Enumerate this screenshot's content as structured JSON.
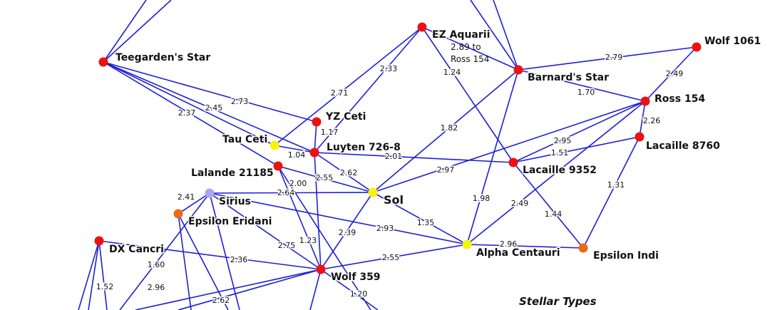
{
  "diagram": {
    "stars": [
      {
        "id": "teegarden",
        "name": "Teegarden's Star",
        "color": "#ee1111",
        "size": "normal"
      },
      {
        "id": "ezaquarii",
        "name": "EZ Aquarii",
        "color": "#ee1111",
        "size": "normal"
      },
      {
        "id": "wolf1061",
        "name": "Wolf 1061",
        "color": "#ee1111",
        "size": "normal"
      },
      {
        "id": "barnard",
        "name": "Barnard's Star",
        "color": "#ee1111",
        "size": "normal"
      },
      {
        "id": "ross154",
        "name": "Ross 154",
        "color": "#ee1111",
        "size": "normal"
      },
      {
        "id": "yzceti",
        "name": "YZ Ceti",
        "color": "#ee1111",
        "size": "normal"
      },
      {
        "id": "lacaille8760",
        "name": "Lacaille 8760",
        "color": "#ee1111",
        "size": "normal"
      },
      {
        "id": "tauceti",
        "name": "Tau Ceti",
        "color": "#f5f500",
        "size": "normal"
      },
      {
        "id": "luyten",
        "name": "Luyten 726-8",
        "color": "#ee1111",
        "size": "normal"
      },
      {
        "id": "lacaille9352",
        "name": "Lacaille 9352",
        "color": "#ee1111",
        "size": "normal"
      },
      {
        "id": "lalande",
        "name": "Lalande 21185",
        "color": "#ee1111",
        "size": "normal"
      },
      {
        "id": "sirius",
        "name": "Sirius",
        "color": "#a3a8f0",
        "size": "normal"
      },
      {
        "id": "sol",
        "name": "Sol",
        "color": "#f5f500",
        "size": "big"
      },
      {
        "id": "epseridani",
        "name": "Epsilon Eridani",
        "color": "#ec6a1a",
        "size": "normal"
      },
      {
        "id": "dxcancri",
        "name": "DX Cancri",
        "color": "#ee1111",
        "size": "normal"
      },
      {
        "id": "alphacen",
        "name": "Alpha Centauri",
        "color": "#f5f500",
        "size": "normal"
      },
      {
        "id": "epsindi",
        "name": "Epsilon Indi",
        "color": "#ec6a1a",
        "size": "normal"
      },
      {
        "id": "wolf359",
        "name": "Wolf 359",
        "color": "#ee1111",
        "size": "normal"
      }
    ],
    "links": [
      {
        "from": "teegarden",
        "to": "luyten",
        "label": "2.73"
      },
      {
        "from": "teegarden",
        "to": "tauceti",
        "label": "2.45"
      },
      {
        "from": "teegarden",
        "to": "yzceti",
        "label": ""
      },
      {
        "from": "teegarden",
        "to": "lalande",
        "label": "2.37"
      },
      {
        "from": "ezaquarii",
        "to": "tauceti",
        "label": "2.71"
      },
      {
        "from": "ezaquarii",
        "to": "luyten",
        "label": "2.33"
      },
      {
        "from": "ezaquarii",
        "to": "barnard",
        "label": ""
      },
      {
        "from": "ezaquarii",
        "to": "lacaille9352",
        "label": "1.24"
      },
      {
        "from": "barnard",
        "to": "wolf1061",
        "label": "2.79"
      },
      {
        "from": "barnard",
        "to": "ross154",
        "label": "1.70"
      },
      {
        "from": "barnard",
        "to": "sol",
        "label": "1.82"
      },
      {
        "from": "barnard",
        "to": "alphacen",
        "label": "1.98"
      },
      {
        "from": "wolf1061",
        "to": "ross154",
        "label": "2.49"
      },
      {
        "from": "ross154",
        "to": "lacaille8760",
        "label": "2.26"
      },
      {
        "from": "ross154",
        "to": "lacaille9352",
        "label": "2.95"
      },
      {
        "from": "ross154",
        "to": "sol",
        "label": "2.97"
      },
      {
        "from": "ross154",
        "to": "alphacen",
        "label": "2.49"
      },
      {
        "from": "lacaille8760",
        "to": "lacaille9352",
        "label": "1.51"
      },
      {
        "from": "lacaille8760",
        "to": "epsindi",
        "label": "1.31"
      },
      {
        "from": "lacaille9352",
        "to": "epsindi",
        "label": "1.44"
      },
      {
        "from": "luyten",
        "to": "lacaille9352",
        "label": "2.01"
      },
      {
        "from": "luyten",
        "to": "yzceti",
        "label": "1.17"
      },
      {
        "from": "luyten",
        "to": "tauceti",
        "label": "1.04"
      },
      {
        "from": "luyten",
        "to": "sol",
        "label": "2.62"
      },
      {
        "from": "luyten",
        "to": "wolf359",
        "label": "1.23"
      },
      {
        "from": "lalande",
        "to": "sol",
        "label": "2.55"
      },
      {
        "from": "lalande",
        "to": "wolf359",
        "label": "2.00"
      },
      {
        "from": "sirius",
        "to": "sol",
        "label": "2.64"
      },
      {
        "from": "sirius",
        "to": "alphacen",
        "label": "2.93"
      },
      {
        "from": "sirius",
        "to": "wolf359",
        "label": "2.75"
      },
      {
        "from": "sirius",
        "to": "epseridani",
        "label": "2.41"
      },
      {
        "from": "sol",
        "to": "alphacen",
        "label": "1.35"
      },
      {
        "from": "sol",
        "to": "wolf359",
        "label": "2.39"
      },
      {
        "from": "alphacen",
        "to": "epsindi",
        "label": "2.96"
      },
      {
        "from": "alphacen",
        "to": "wolf359",
        "label": "2.55"
      },
      {
        "from": "dxcancri",
        "to": "wolf359",
        "label": "2.36"
      }
    ],
    "partial_edge_labels": [
      "1.60",
      "2.96",
      "1.52",
      "2.62",
      "1.20"
    ],
    "annotation": [
      "2.89 to",
      "Ross 154"
    ],
    "legend_title": "Stellar Types"
  }
}
